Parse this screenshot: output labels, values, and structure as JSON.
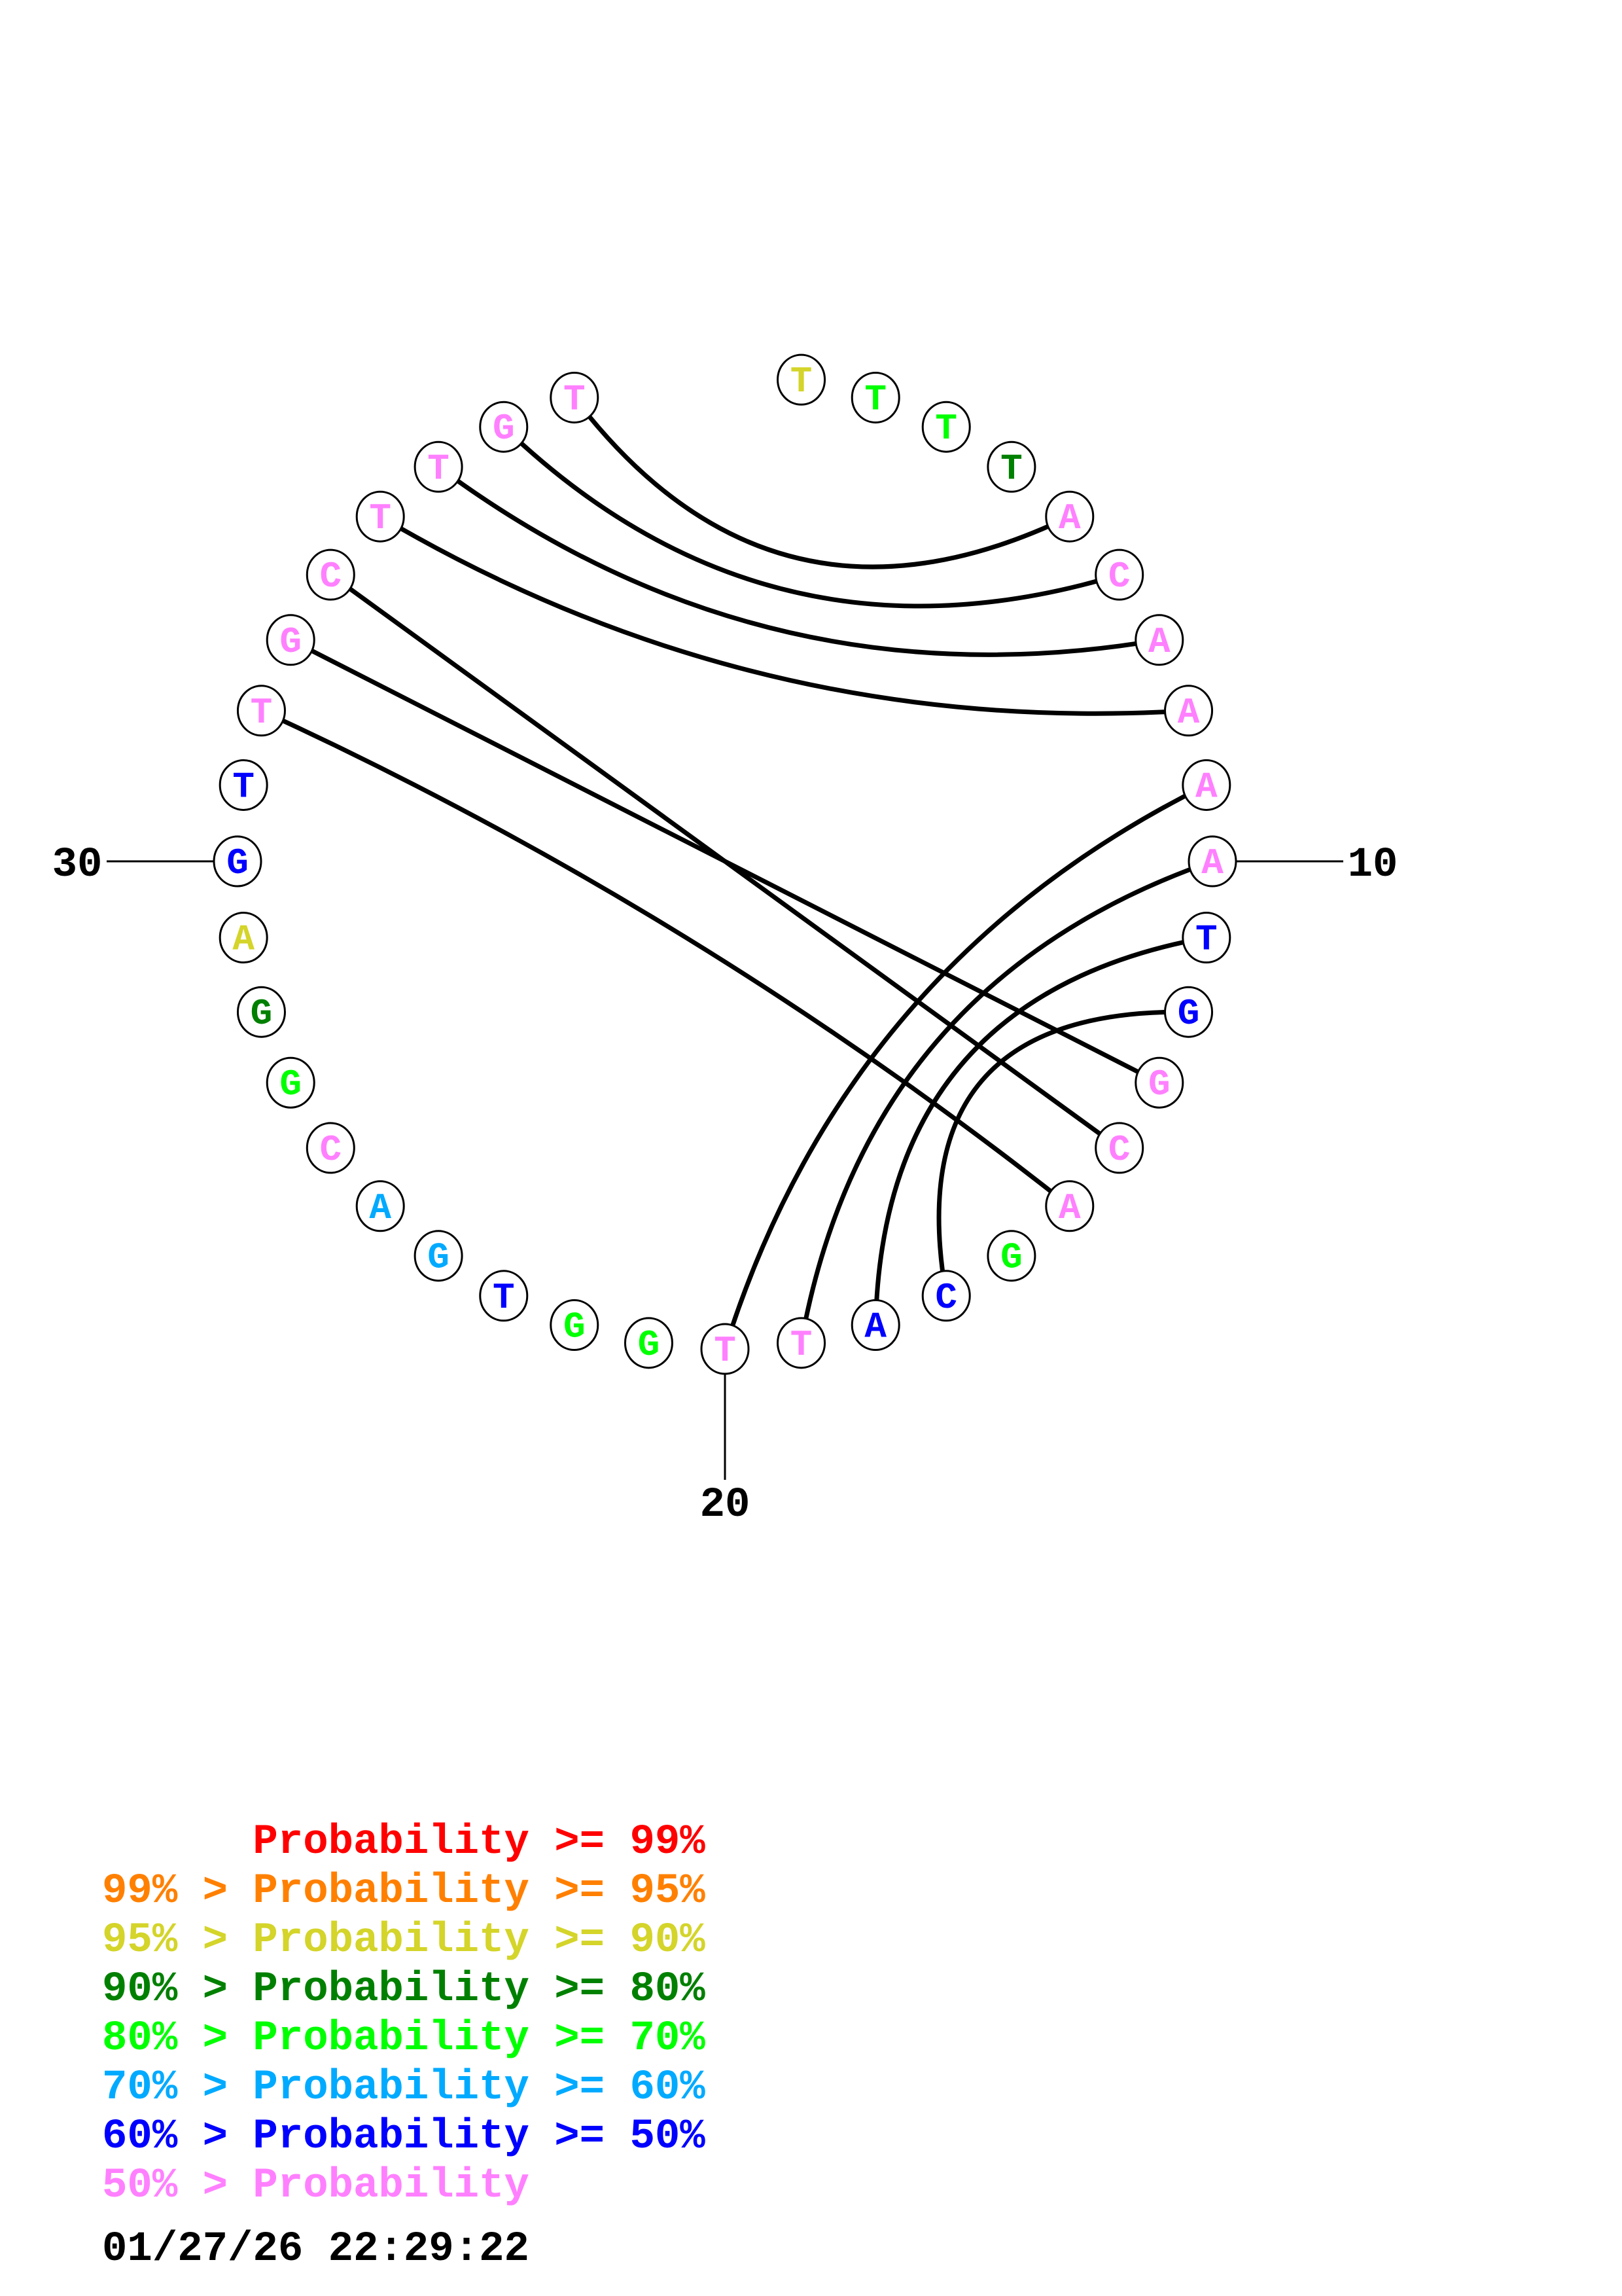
{
  "colors": {
    "red": "#ff0000",
    "orange": "#ff8000",
    "yellow": "#d4d42a",
    "darkgreen": "#008000",
    "lime": "#00ff00",
    "sky": "#00aaff",
    "blue": "#0000ff",
    "pink": "#ff80ff"
  },
  "sequence": [
    {
      "n": 1,
      "base": "T",
      "color": "yellow"
    },
    {
      "n": 2,
      "base": "T",
      "color": "lime"
    },
    {
      "n": 3,
      "base": "T",
      "color": "lime"
    },
    {
      "n": 4,
      "base": "T",
      "color": "darkgreen"
    },
    {
      "n": 5,
      "base": "A",
      "color": "pink"
    },
    {
      "n": 6,
      "base": "C",
      "color": "pink"
    },
    {
      "n": 7,
      "base": "A",
      "color": "pink"
    },
    {
      "n": 8,
      "base": "A",
      "color": "pink"
    },
    {
      "n": 9,
      "base": "A",
      "color": "pink"
    },
    {
      "n": 10,
      "base": "A",
      "color": "pink"
    },
    {
      "n": 11,
      "base": "T",
      "color": "blue"
    },
    {
      "n": 12,
      "base": "G",
      "color": "blue"
    },
    {
      "n": 13,
      "base": "G",
      "color": "pink"
    },
    {
      "n": 14,
      "base": "C",
      "color": "pink"
    },
    {
      "n": 15,
      "base": "A",
      "color": "pink"
    },
    {
      "n": 16,
      "base": "G",
      "color": "lime"
    },
    {
      "n": 17,
      "base": "C",
      "color": "blue"
    },
    {
      "n": 18,
      "base": "A",
      "color": "blue"
    },
    {
      "n": 19,
      "base": "T",
      "color": "pink"
    },
    {
      "n": 20,
      "base": "T",
      "color": "pink"
    },
    {
      "n": 21,
      "base": "G",
      "color": "lime"
    },
    {
      "n": 22,
      "base": "G",
      "color": "lime"
    },
    {
      "n": 23,
      "base": "T",
      "color": "blue"
    },
    {
      "n": 24,
      "base": "G",
      "color": "sky"
    },
    {
      "n": 25,
      "base": "A",
      "color": "sky"
    },
    {
      "n": 26,
      "base": "C",
      "color": "pink"
    },
    {
      "n": 27,
      "base": "G",
      "color": "lime"
    },
    {
      "n": 28,
      "base": "G",
      "color": "darkgreen"
    },
    {
      "n": 29,
      "base": "A",
      "color": "yellow"
    },
    {
      "n": 30,
      "base": "G",
      "color": "blue"
    },
    {
      "n": 31,
      "base": "T",
      "color": "blue"
    },
    {
      "n": 32,
      "base": "T",
      "color": "pink"
    },
    {
      "n": 33,
      "base": "G",
      "color": "pink"
    },
    {
      "n": 34,
      "base": "C",
      "color": "pink"
    },
    {
      "n": 35,
      "base": "T",
      "color": "pink"
    },
    {
      "n": 36,
      "base": "T",
      "color": "pink"
    },
    {
      "n": 37,
      "base": "G",
      "color": "pink"
    },
    {
      "n": 38,
      "base": "T",
      "color": "pink"
    }
  ],
  "total_slots": 40,
  "pairs": [
    [
      38,
      5
    ],
    [
      37,
      6
    ],
    [
      36,
      7
    ],
    [
      35,
      8
    ],
    [
      34,
      14
    ],
    [
      33,
      13
    ],
    [
      32,
      15
    ],
    [
      9,
      20
    ],
    [
      10,
      19
    ],
    [
      11,
      18
    ],
    [
      12,
      17
    ]
  ],
  "position_labels": [
    {
      "n": 10,
      "text": "10"
    },
    {
      "n": 20,
      "text": "20"
    },
    {
      "n": 30,
      "text": "30"
    }
  ],
  "legend": [
    {
      "prefix": "    ",
      "text": "Probability >= 99%",
      "color": "red"
    },
    {
      "prefix": "99% > ",
      "text": "Probability >= 95%",
      "color": "orange"
    },
    {
      "prefix": "95% > ",
      "text": "Probability >= 90%",
      "color": "yellow"
    },
    {
      "prefix": "90% > ",
      "text": "Probability >= 80%",
      "color": "darkgreen"
    },
    {
      "prefix": "80% > ",
      "text": "Probability >= 70%",
      "color": "lime"
    },
    {
      "prefix": "70% > ",
      "text": "Probability >= 60%",
      "color": "sky"
    },
    {
      "prefix": "60% > ",
      "text": "Probability >= 50%",
      "color": "blue"
    },
    {
      "prefix": "50% > ",
      "text": "Probability",
      "color": "pink"
    }
  ],
  "timestamp": "01/27/26 22:29:22"
}
